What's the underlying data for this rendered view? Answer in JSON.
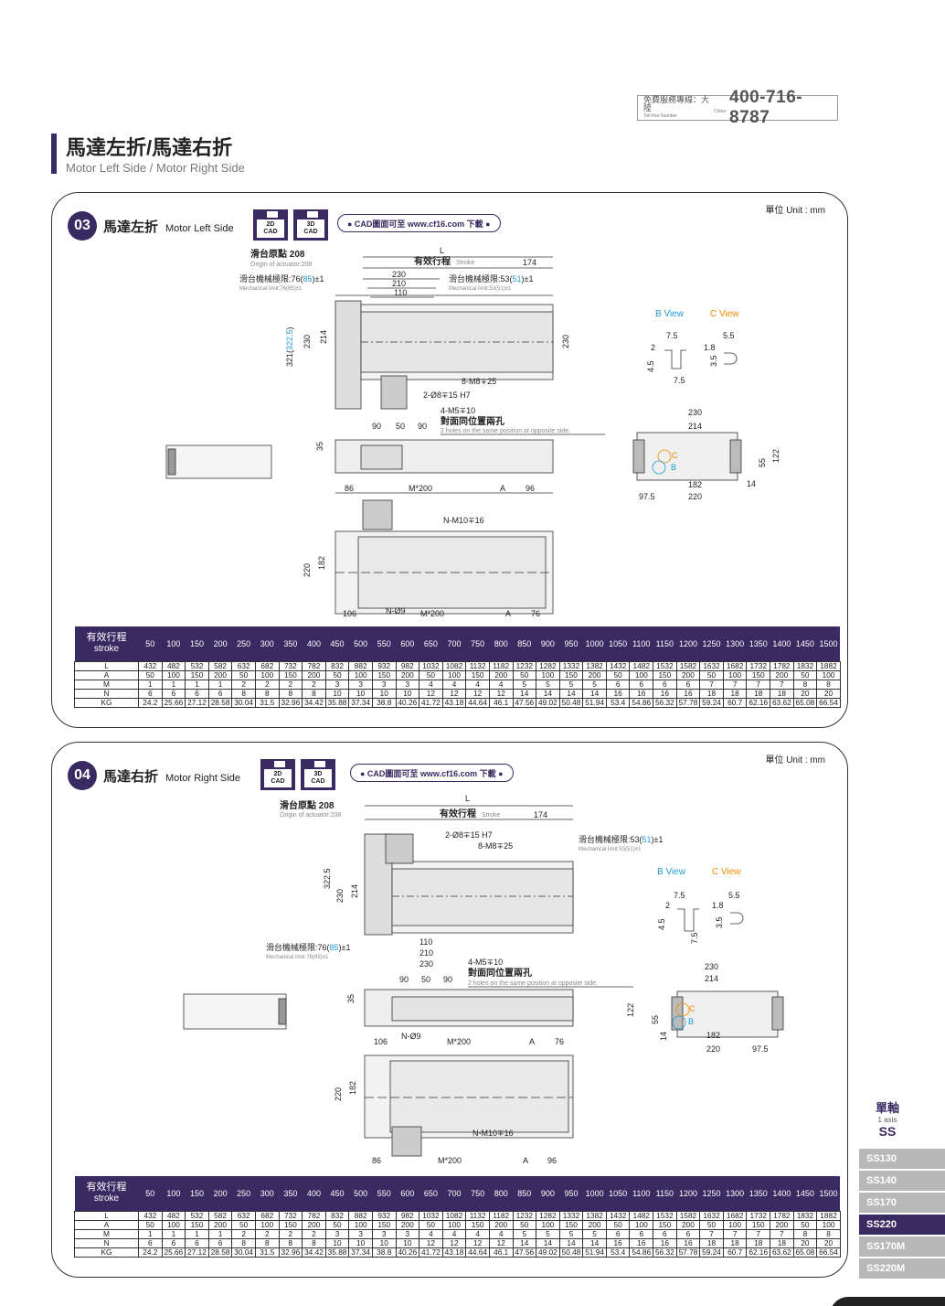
{
  "hotline": {
    "label": "免費服務專線：大陸",
    "label_en": "Toll-free Number",
    "region_en": "China",
    "number": "400-716-8787"
  },
  "page": {
    "title": "馬達左折/馬達右折",
    "subtitle": "Motor Left Side / Motor Right Side"
  },
  "colors": {
    "brand": "#3a2a62",
    "blue": "#1f9ad6",
    "orange": "#f08c00"
  },
  "unit": "單位 Unit : mm",
  "cad": {
    "d2": "2D",
    "d3": "3D",
    "cad": "CAD",
    "note": "● CAD圖面可至 www.cf16.com 下載 ●"
  },
  "left": {
    "num": "03",
    "title": "馬達左折",
    "title_en": "Motor Left Side",
    "origin": "滑台原點 208",
    "origin_en": "Origin of actuator:208",
    "L": "L",
    "stroke": "有效行程",
    "stroke_en": "Stroke",
    "d174": "174",
    "mech_l_pre": "滑台機械極限:76(",
    "mech_l_num": "85",
    "mech_l_post": ")±1",
    "mech_l_en": "Mechanical limit:76(85)±1",
    "mech_r_pre": "滑台機械極限:53(",
    "mech_r_num": "51",
    "mech_r_post": ")±1",
    "mech_r_en": "Mechanical limit:53(51)±1",
    "d230": "230",
    "d210": "210",
    "d110": "110",
    "d321": "321(",
    "d3225": "322.5",
    ")": ")",
    "d214": "214",
    "m8": "8-M8",
    "m8d": "25",
    "o8": "2-Ø8",
    "o8d": "15 H7",
    "m5": "4-M5",
    "m5d": "10",
    "opp": "對面同位置兩孔",
    "opp_en": "2 holes on the same position at opposite side.",
    "d90": "90",
    "d50": "50",
    "d35": "35",
    "d86": "86",
    "M200": "M*200",
    "A": "A",
    "d96": "96",
    "m10": "N-M10",
    "m10d": "16",
    "d220": "220",
    "d182": "182",
    "d106": "106",
    "o9": "N-Ø9",
    "d76": "76",
    "bview": "B View",
    "cview": "C View",
    "d75": "7.5",
    "d55": "5.5",
    "d2": "2",
    "d18": "1.8",
    "d45": "4.5",
    "d35b": "3.5",
    "d122": "122",
    "d14": "14",
    "d975": "97.5",
    "C": "C",
    "B": "B"
  },
  "right": {
    "num": "04",
    "title": "馬達右折",
    "title_en": "Motor Right Side",
    "origin": "滑台原點 208",
    "origin_en": "Origin of actuator:208",
    "L": "L",
    "stroke": "有效行程",
    "stroke_en": "Stroke",
    "d174": "174",
    "mech_l_pre": "滑台機械極限:76(",
    "mech_l_num": "85",
    "mech_l_post": ")±1",
    "mech_l_en": "Mechanical limit:76(85)±1",
    "mech_r_pre": "滑台機械極限:53(",
    "mech_r_num": "51",
    "mech_r_post": ")±1",
    "mech_r_en": "Mechanical limit:53(51)±1",
    "d230": "230",
    "d210": "210",
    "d110": "110",
    "d3225": "322.5",
    "d214": "214",
    "m8": "8-M8",
    "m8d": "25",
    "o8": "2-Ø8",
    "o8d": "15 H7",
    "m5": "4-M5",
    "m5d": "10",
    "opp": "對面同位置兩孔",
    "opp_en": "2 holes on the same position at opposite side.",
    "d90": "90",
    "d50": "50",
    "d35": "35",
    "d86": "86",
    "M200": "M*200",
    "A": "A",
    "d96": "96",
    "m10": "N-M10",
    "m10d": "16",
    "d220": "220",
    "d182": "182",
    "d106": "106",
    "o9": "N-Ø9",
    "d76": "76",
    "bview": "B View",
    "cview": "C View",
    "d75": "7.5",
    "d55": "5.5",
    "d2": "2",
    "d18": "1.8",
    "d45": "4.5",
    "d35b": "3.5",
    "d122": "122",
    "d14": "14",
    "d975": "97.5",
    "d55b": "55",
    "C": "C",
    "B": "B"
  },
  "table": {
    "corner": "有效行程",
    "corner_en": "stroke",
    "strokes": [
      "50",
      "100",
      "150",
      "200",
      "250",
      "300",
      "350",
      "400",
      "450",
      "500",
      "550",
      "600",
      "650",
      "700",
      "750",
      "800",
      "850",
      "900",
      "950",
      "1000",
      "1050",
      "1100",
      "1150",
      "1200",
      "1250",
      "1300",
      "1350",
      "1400",
      "1450",
      "1500"
    ],
    "rows": [
      {
        "label": "L",
        "values": [
          "432",
          "482",
          "532",
          "582",
          "632",
          "682",
          "732",
          "782",
          "832",
          "882",
          "932",
          "982",
          "1032",
          "1082",
          "1132",
          "1182",
          "1232",
          "1282",
          "1332",
          "1382",
          "1432",
          "1482",
          "1532",
          "1582",
          "1632",
          "1682",
          "1732",
          "1782",
          "1832",
          "1882"
        ]
      },
      {
        "label": "A",
        "values": [
          "50",
          "100",
          "150",
          "200",
          "50",
          "100",
          "150",
          "200",
          "50",
          "100",
          "150",
          "200",
          "50",
          "100",
          "150",
          "200",
          "50",
          "100",
          "150",
          "200",
          "50",
          "100",
          "150",
          "200",
          "50",
          "100",
          "150",
          "200",
          "50",
          "100"
        ]
      },
      {
        "label": "M",
        "values": [
          "1",
          "1",
          "1",
          "1",
          "2",
          "2",
          "2",
          "2",
          "3",
          "3",
          "3",
          "3",
          "4",
          "4",
          "4",
          "4",
          "5",
          "5",
          "5",
          "5",
          "6",
          "6",
          "6",
          "6",
          "7",
          "7",
          "7",
          "7",
          "8",
          "8"
        ]
      },
      {
        "label": "N",
        "values": [
          "6",
          "6",
          "6",
          "6",
          "8",
          "8",
          "8",
          "8",
          "10",
          "10",
          "10",
          "10",
          "12",
          "12",
          "12",
          "12",
          "14",
          "14",
          "14",
          "14",
          "16",
          "16",
          "16",
          "16",
          "18",
          "18",
          "18",
          "18",
          "20",
          "20"
        ]
      },
      {
        "label": "KG",
        "values": [
          "24.2",
          "25.66",
          "27.12",
          "28.58",
          "30.04",
          "31.5",
          "32.96",
          "34.42",
          "35.88",
          "37.34",
          "38.8",
          "40.26",
          "41.72",
          "43.18",
          "44.64",
          "46.1",
          "47.56",
          "49.02",
          "50.48",
          "51.94",
          "53.4",
          "54.86",
          "56.32",
          "57.78",
          "59.24",
          "60.7",
          "62.16",
          "63.62",
          "65.08",
          "66.54"
        ]
      }
    ]
  },
  "sidebar": {
    "head": "單軸",
    "sub": "1 axis",
    "code": "SS",
    "items": [
      "SS130",
      "SS140",
      "SS170",
      "SS220",
      "SS170M",
      "SS220M"
    ],
    "active": "SS220"
  }
}
